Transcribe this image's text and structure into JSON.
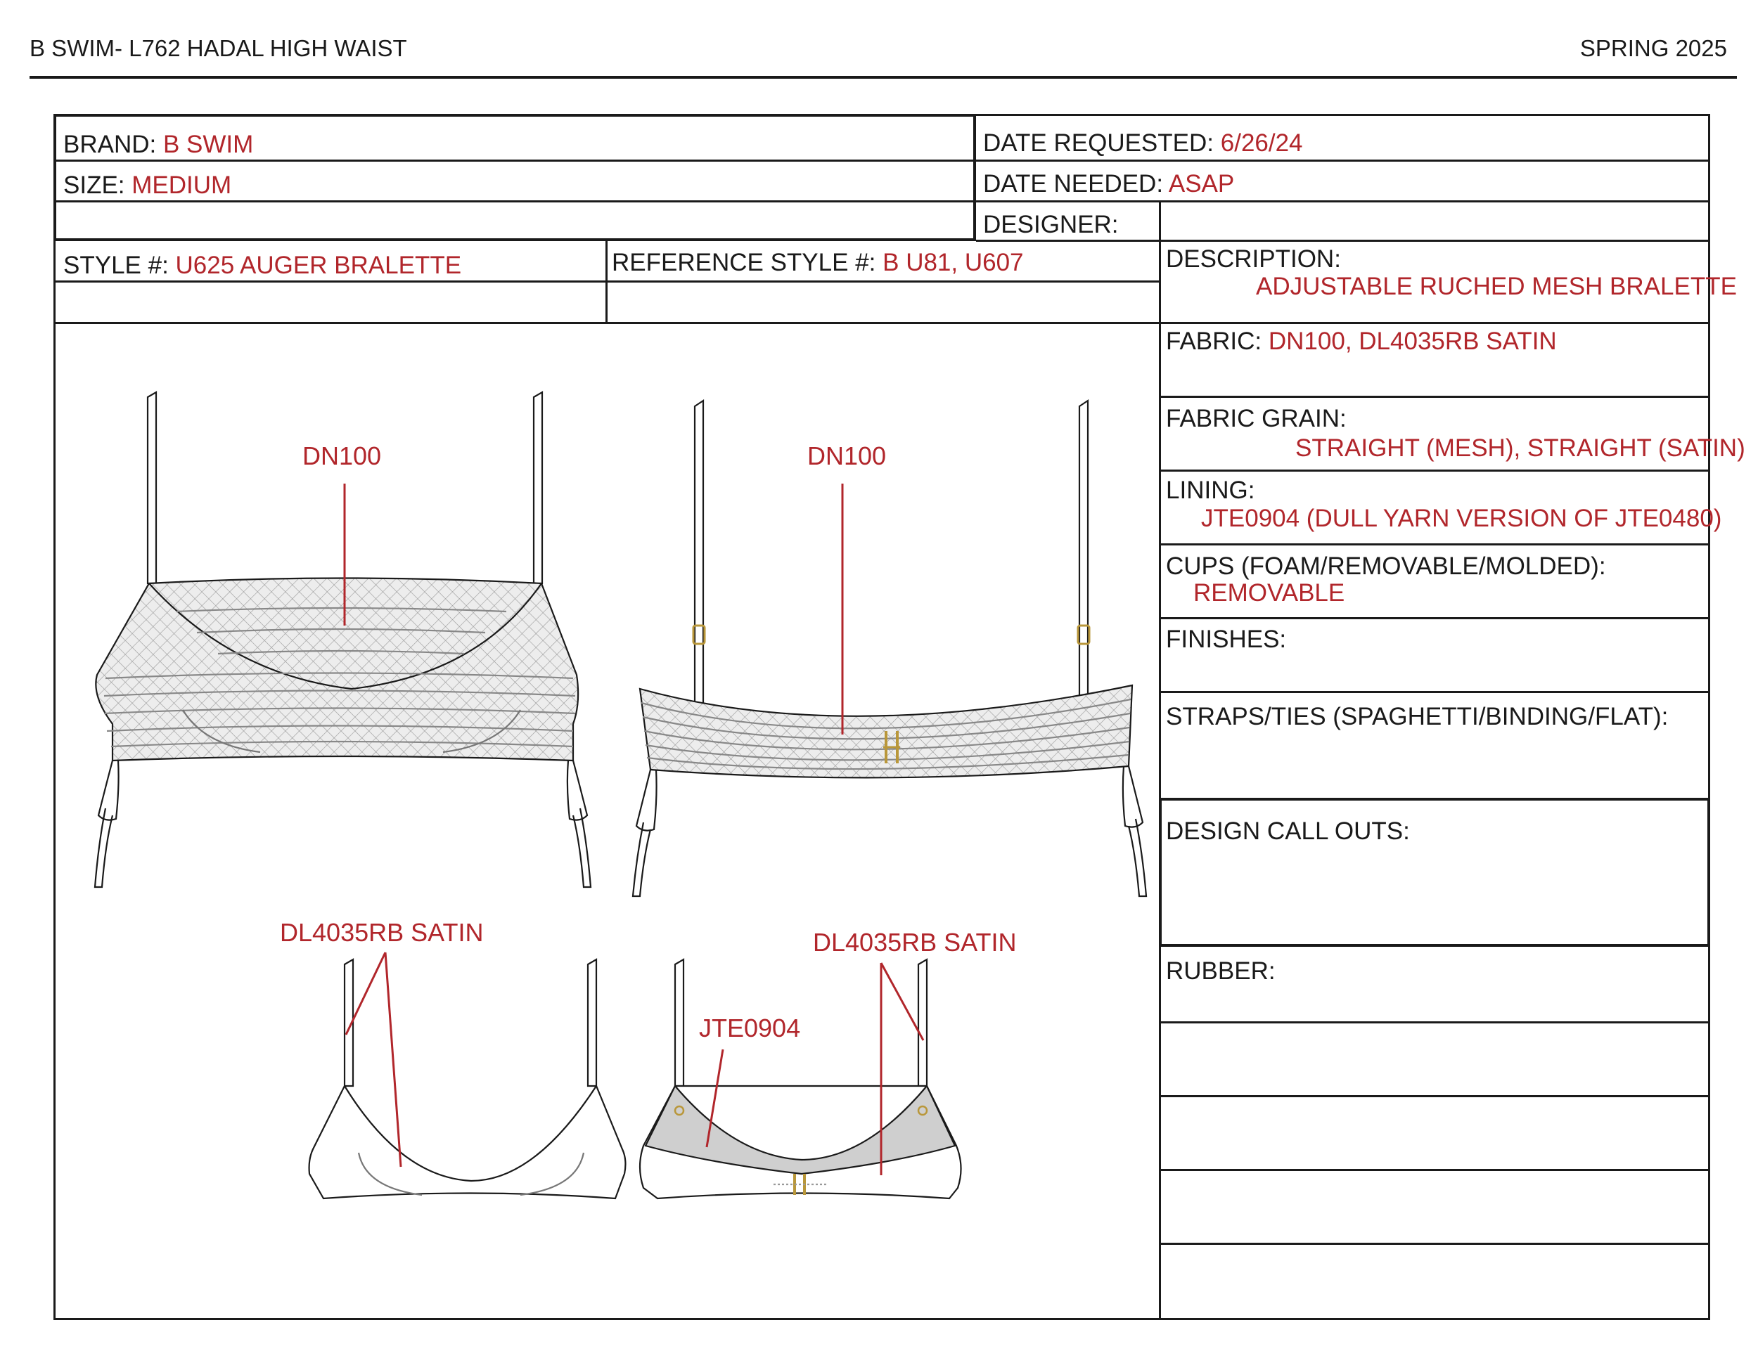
{
  "header": {
    "title": "B SWIM- L762 HADAL HIGH WAIST",
    "season": "SPRING 2025"
  },
  "form": {
    "brand_label": "BRAND:",
    "brand_value": "B SWIM",
    "size_label": "SIZE:",
    "size_value": "MEDIUM",
    "date_requested_label": "DATE REQUESTED:",
    "date_requested_value": "6/26/24",
    "date_needed_label": "DATE NEEDED:",
    "date_needed_value": "ASAP",
    "designer_label": "DESIGNER:",
    "designer_value": "",
    "style_label": "STYLE #:",
    "style_value": "U625 AUGER BRALETTE",
    "reference_label": "REFERENCE STYLE #:",
    "reference_value": "B U81, U607"
  },
  "specs": {
    "description_label": "DESCRIPTION:",
    "description_value": "ADJUSTABLE RUCHED MESH BRALETTE",
    "fabric_label": "FABRIC:",
    "fabric_value": "DN100, DL4035RB SATIN",
    "fabric_grain_label": "FABRIC GRAIN:",
    "fabric_grain_value": "STRAIGHT (MESH), STRAIGHT (SATIN)",
    "lining_label": "LINING:",
    "lining_value": "JTE0904 (DULL YARN VERSION OF JTE0480)",
    "cups_label": "CUPS (FOAM/REMOVABLE/MOLDED):",
    "cups_value": "REMOVABLE",
    "finishes_label": "FINISHES:",
    "straps_label": "STRAPS/TIES (SPAGHETTI/BINDING/FLAT):",
    "design_callouts_label": "DESIGN CALL OUTS:",
    "rubber_label": "RUBBER:"
  },
  "callouts": {
    "front_fabric": "DN100",
    "back_fabric": "DN100",
    "inner_front_fabric": "DL4035RB SATIN",
    "inner_back_fabric": "DL4035RB SATIN",
    "inner_back_lining": "JTE0904"
  },
  "colors": {
    "text": "#1a1a1a",
    "value_red": "#b1262b",
    "mesh_fill": "#e4e4e4",
    "lining_fill": "#cfcfcf",
    "hardware_gold": "#b9973a"
  }
}
